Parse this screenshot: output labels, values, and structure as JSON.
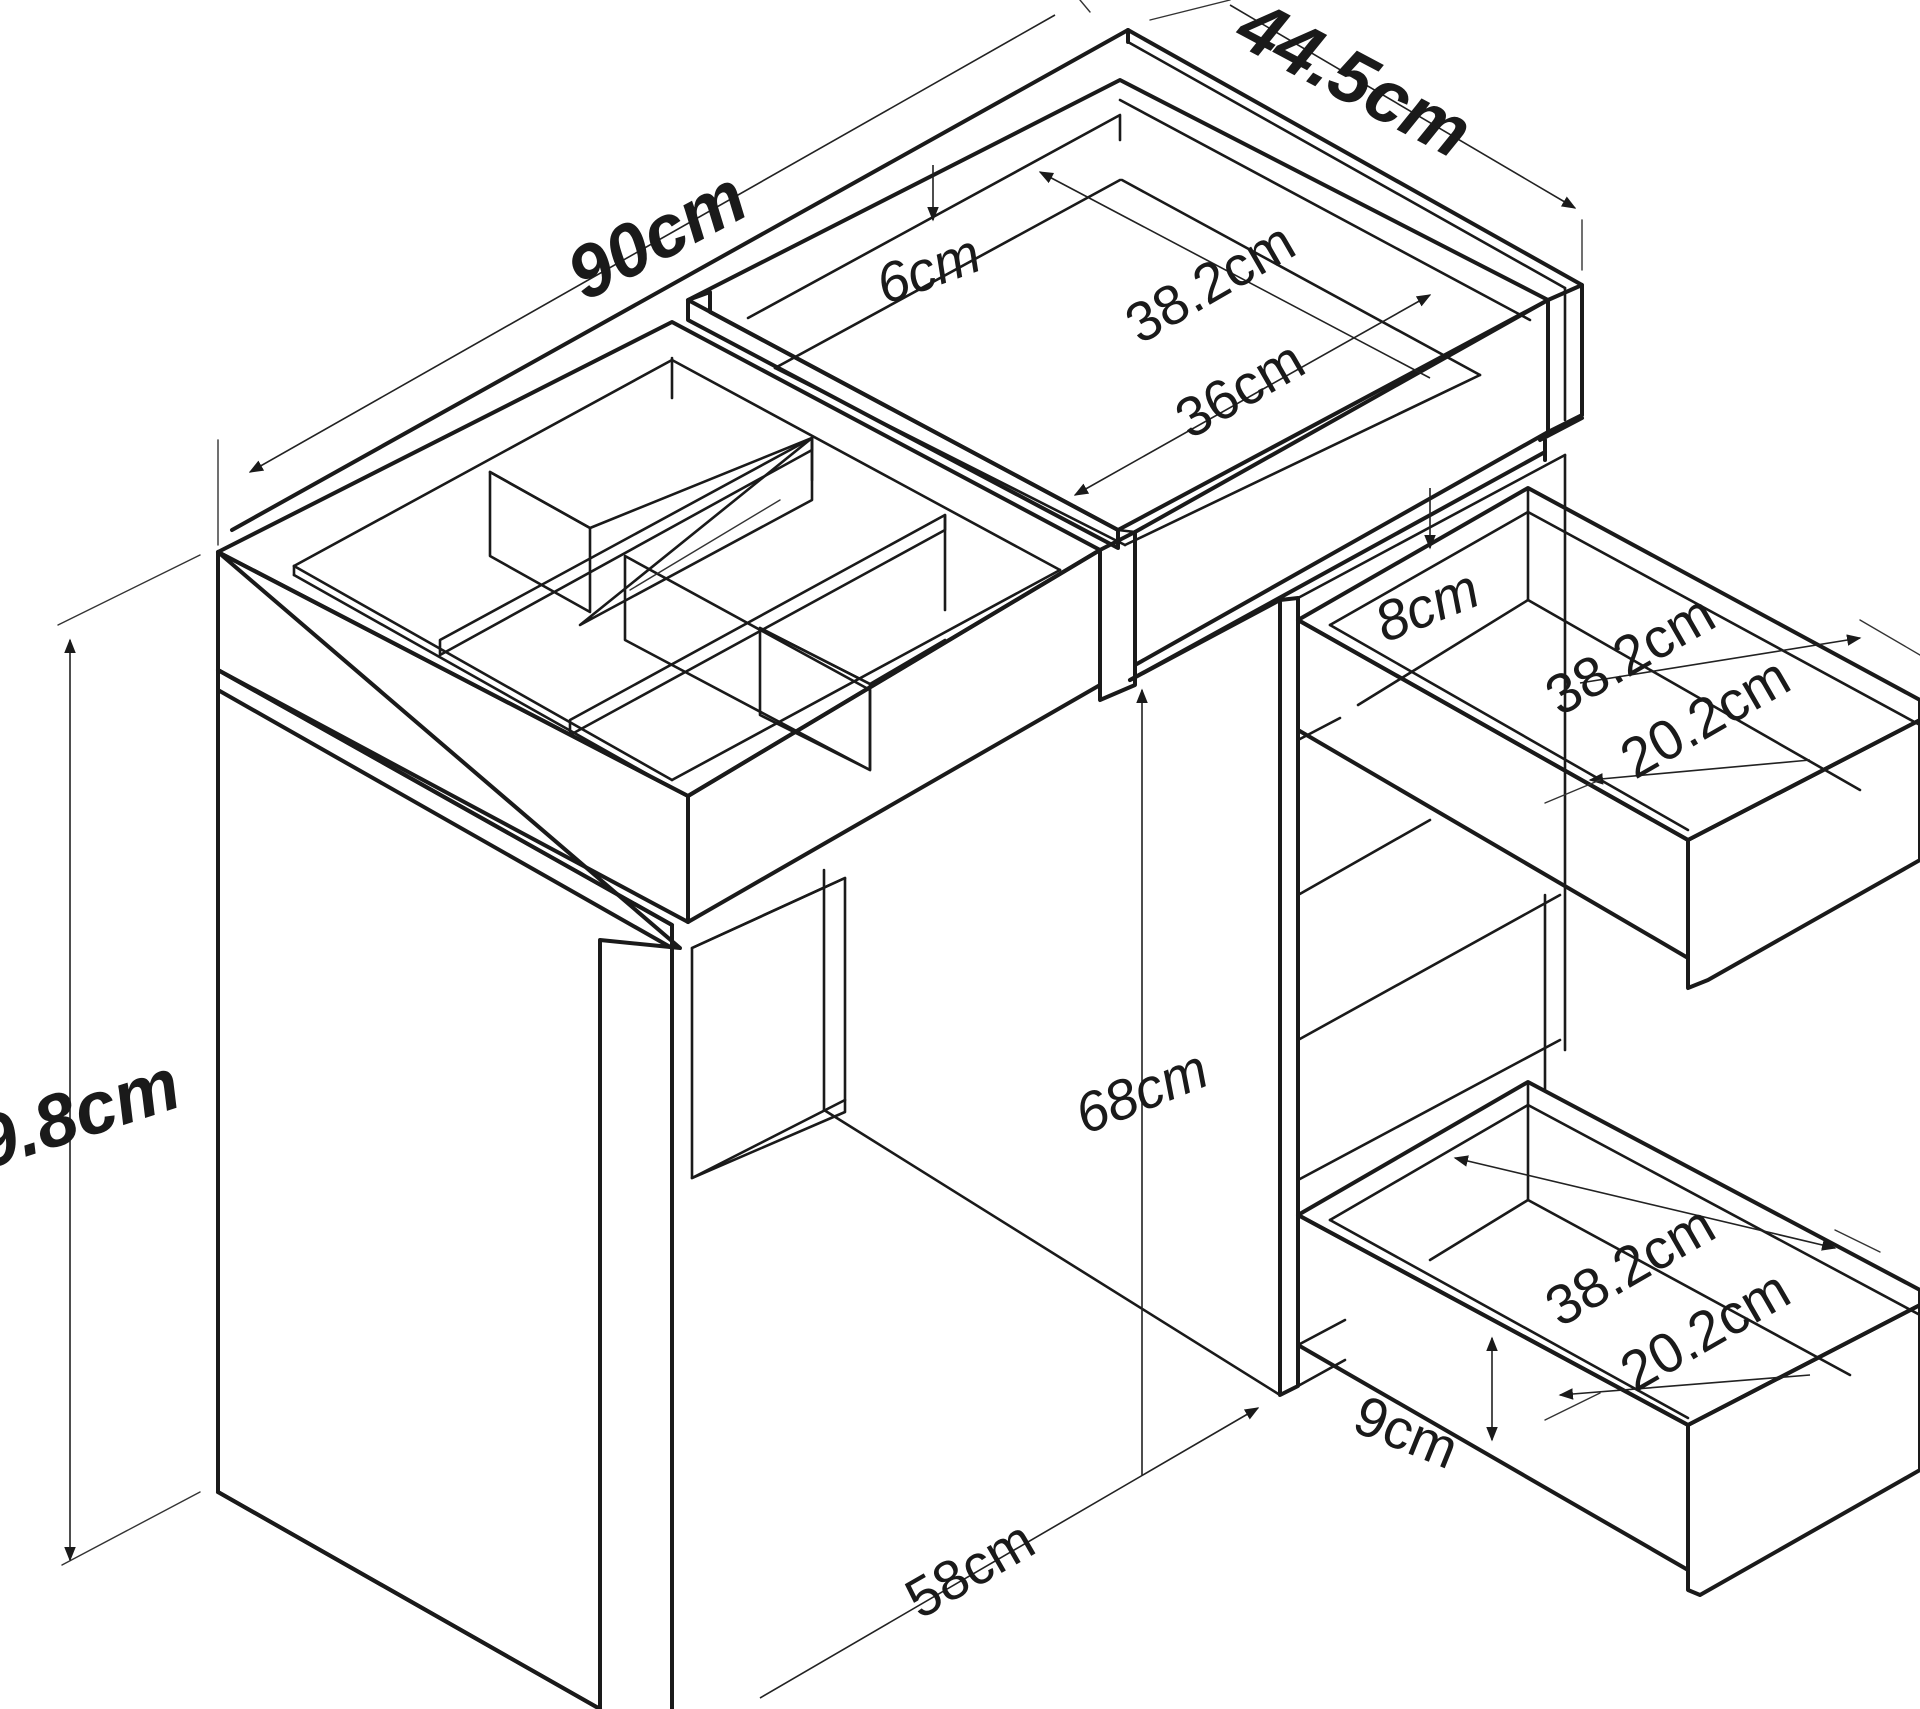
{
  "diagram": {
    "dimensions": {
      "width": "90cm",
      "depth": "44.5cm",
      "height": "9.8cm",
      "top_drawer_depth": "6cm",
      "top_drawer_length": "38.2cm",
      "top_drawer_width": "36cm",
      "upper_drawer_height": "8cm",
      "upper_drawer_length": "38.2cm",
      "upper_drawer_width": "20.2cm",
      "lower_drawer_length": "38.2cm",
      "lower_drawer_width": "20.2cm",
      "lower_drawer_height": "9cm",
      "leg_clearance": "68cm",
      "knee_width": "58cm"
    }
  }
}
